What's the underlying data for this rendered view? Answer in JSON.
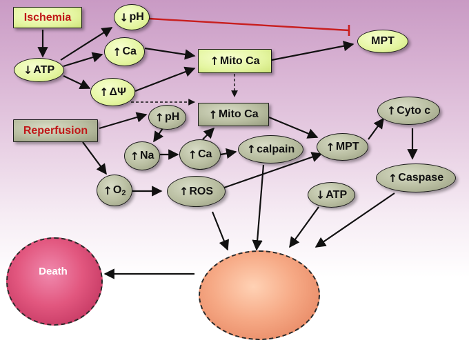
{
  "nodes": {
    "ischemia": "Ischemia",
    "ph_down": "pH",
    "mpt_top": "MPT",
    "ca_1": "Ca",
    "atp_1": "ATP",
    "mito_ca_1": "Mito Ca",
    "delta_psi": "ΔΨ",
    "reperfusion": "Reperfusion",
    "ph_up": "pH",
    "mito_ca_2": "Mito Ca",
    "cyto_c": "Cyto c",
    "na": "Na",
    "ca_2": "Ca",
    "calpain": "calpain",
    "mpt_2": "MPT",
    "o2": "O",
    "o2_sub": "2",
    "ros": "ROS",
    "atp_2": "ATP",
    "caspase": "Caspase"
  },
  "symbols": {
    "up": "↑",
    "down": "↓"
  },
  "death_label": "Death",
  "colors": {
    "node_yellow": "#e4f5a0",
    "node_olive": "#b8bda0",
    "label_red": "#c01818",
    "inhibit_line": "#c81e1e",
    "death_cell": "#e2577f",
    "living_cell": "#f6a985"
  }
}
